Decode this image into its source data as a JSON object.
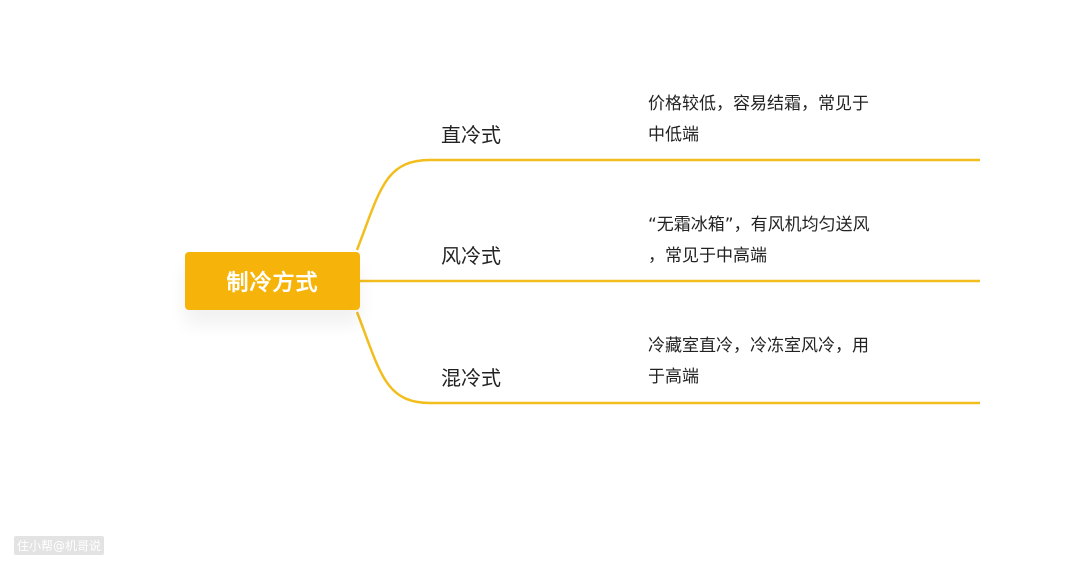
{
  "root": {
    "label": "制冷方式"
  },
  "branches": [
    {
      "label": "直冷式",
      "desc_lines": [
        "价格较低，容易结霜，常见于",
        "中低端"
      ]
    },
    {
      "label": "风冷式",
      "desc_lines": [
        "“无霜冰箱”，有风机均匀送风",
        "，常见于中高端"
      ]
    },
    {
      "label": "混冷式",
      "desc_lines": [
        "冷藏室直冷，冷冻室风冷，用",
        "于高端"
      ]
    }
  ],
  "watermark": "住小帮@机哥说",
  "colors": {
    "accent": "#F6B40A",
    "line": "#F2BE1E"
  }
}
